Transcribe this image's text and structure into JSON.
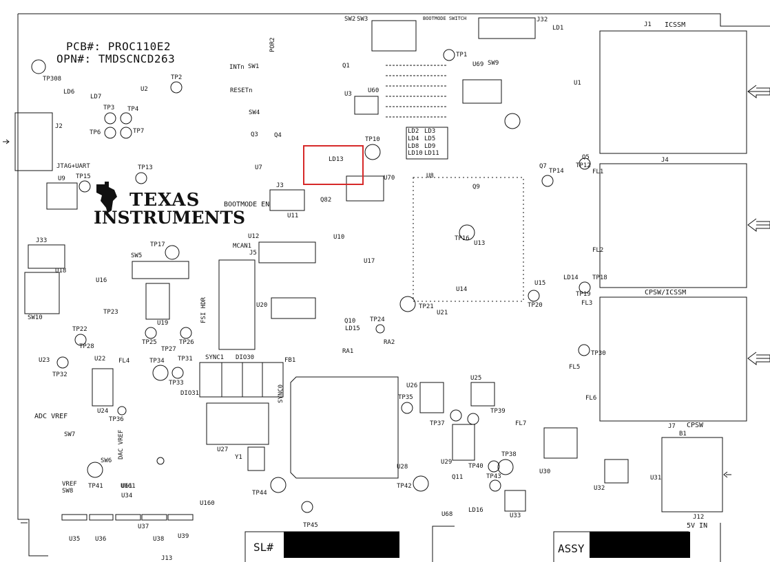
{
  "board": {
    "pcb_number": "PCB#: PROC110E2",
    "opn_number": "OPN#: TMDSCNCD263",
    "brand_line1": "TEXAS",
    "brand_line2": "INSTRUMENTS",
    "serial_label": "SL#",
    "assy_label": "ASSY",
    "highlight_color": "#d62828"
  },
  "labels": {
    "jtag": "JTAG+UART",
    "icssm": "ICSSM",
    "cpsw_icssm": "CPSW/ICSSM",
    "cpsw": "CPSW",
    "five_v_in": "5V IN",
    "bootmode_en": "BOOTMODE EN",
    "bootmode_switch": "BOOTMODE SWITCH",
    "mcan1": "MCAN1",
    "fsi_hdr": "FSI HDR",
    "adc_vref": "ADC VREF",
    "dac_vref": "DAC VREF",
    "vref": "VREF",
    "intn": "INTn",
    "resetn": "RESETn",
    "por2": "POR2",
    "sync1": "SYNC1",
    "sync0": "SYNC0",
    "dio30": "DIO30",
    "dio31": "DIO31"
  },
  "designators": [
    "J1",
    "J2",
    "J3",
    "J4",
    "J5",
    "J7",
    "J12",
    "J13",
    "J32",
    "J33",
    "U1",
    "U2",
    "U3",
    "U7",
    "U8",
    "U9",
    "U10",
    "U11",
    "U12",
    "U13",
    "U14",
    "U15",
    "U16",
    "U17",
    "U18",
    "U19",
    "U20",
    "U21",
    "U22",
    "U23",
    "U24",
    "U25",
    "U26",
    "U27",
    "U28",
    "U29",
    "U30",
    "U31",
    "U32",
    "U33",
    "U34",
    "U35",
    "U36",
    "U37",
    "U38",
    "U39",
    "U60",
    "U61",
    "U68",
    "U69",
    "U70",
    "U160",
    "U161",
    "TP1",
    "TP2",
    "TP3",
    "TP4",
    "TP6",
    "TP7",
    "TP10",
    "TP12",
    "TP13",
    "TP14",
    "TP15",
    "TP16",
    "TP17",
    "TP18",
    "TP19",
    "TP20",
    "TP21",
    "TP22",
    "TP23",
    "TP24",
    "TP25",
    "TP26",
    "TP27",
    "TP28",
    "TP30",
    "TP31",
    "TP32",
    "TP33",
    "TP34",
    "TP35",
    "TP36",
    "TP37",
    "TP38",
    "TP39",
    "TP40",
    "TP41",
    "TP42",
    "TP43",
    "TP44",
    "TP45",
    "TP308",
    "SW1",
    "SW2",
    "SW3",
    "SW4",
    "SW5",
    "SW6",
    "SW7",
    "SW8",
    "SW9",
    "SW10",
    "Q1",
    "Q3",
    "Q4",
    "Q5",
    "Q7",
    "Q9",
    "Q10",
    "Q11",
    "Q82",
    "Y1",
    "B1",
    "FL1",
    "FL2",
    "FL3",
    "FL4",
    "FL5",
    "FL6",
    "FL7",
    "FB1",
    "LD1",
    "LD2",
    "LD3",
    "LD4",
    "LD5",
    "LD6",
    "LD7",
    "LD8",
    "LD9",
    "LD10",
    "LD11",
    "LD13",
    "LD14",
    "LD15",
    "LD16",
    "RA1",
    "RA2"
  ]
}
